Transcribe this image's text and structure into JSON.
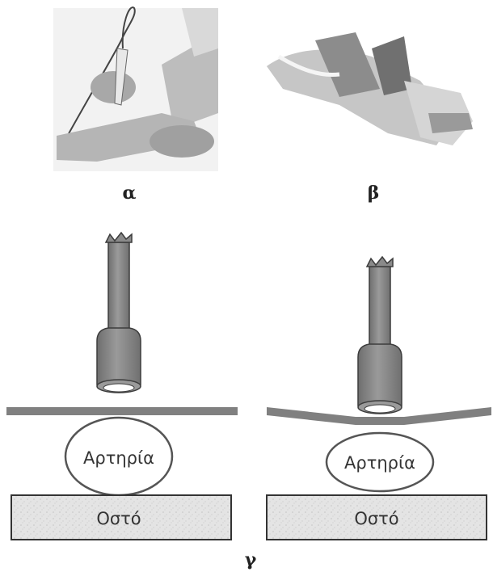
{
  "captions": {
    "a": "α",
    "b": "β",
    "c": "γ"
  },
  "diagram": {
    "left": {
      "vessel_label": "Αρτηρία",
      "bone_label": "Οστό"
    },
    "right": {
      "vessel_label": "Αρτηρία",
      "bone_label": "Οστό"
    }
  },
  "colors": {
    "probe_fill": "#8a8a8a",
    "probe_stroke": "#3c3c3c",
    "skin": "#808080",
    "outline": "#555555",
    "bone_fill": "#e6e6e6"
  }
}
